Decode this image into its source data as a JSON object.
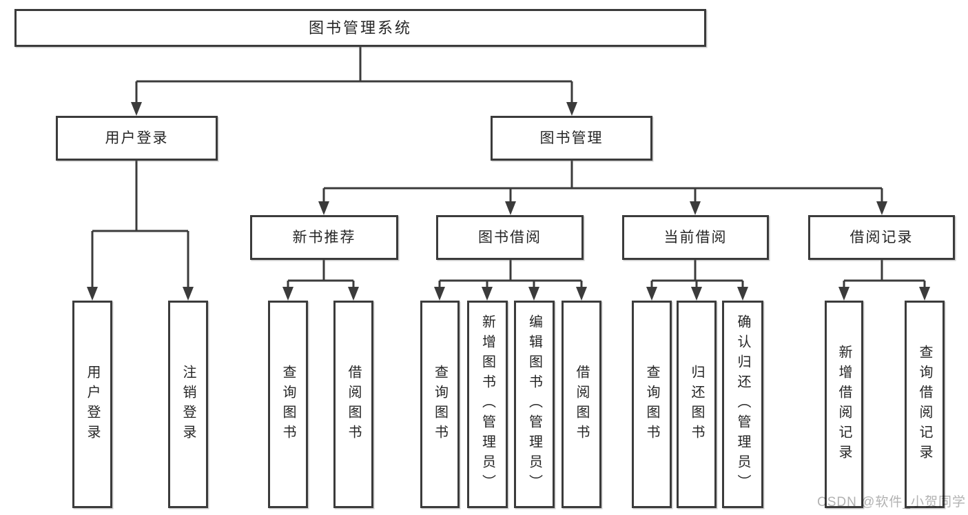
{
  "nodes": {
    "root": "图书管理系统",
    "user_login": "用户登录",
    "book_management": "图书管理",
    "new_book_recommend": "新书推荐",
    "book_borrow": "图书借阅",
    "current_borrow": "当前借阅",
    "borrow_record": "借阅记录",
    "leaf_user_login": "用户登录",
    "leaf_logout": "注销登录",
    "leaf_rec_query_book": "查询图书",
    "leaf_rec_borrow_book": "借阅图书",
    "leaf_bb_query_book": "查询图书",
    "leaf_bb_add_book": "新增图书（管理员）",
    "leaf_bb_edit_book": "编辑图书（管理员）",
    "leaf_bb_borrow_book": "借阅图书",
    "leaf_cb_query_book": "查询图书",
    "leaf_cb_return_book": "归还图书",
    "leaf_cb_confirm_return": "确认归还（管理员）",
    "leaf_br_add_record": "新增借阅记录",
    "leaf_br_query_record": "查询借阅记录"
  },
  "hierarchy": {
    "图书管理系统": {
      "用户登录": [
        "用户登录",
        "注销登录"
      ],
      "图书管理": {
        "新书推荐": [
          "查询图书",
          "借阅图书"
        ],
        "图书借阅": [
          "查询图书",
          "新增图书（管理员）",
          "编辑图书（管理员）",
          "借阅图书"
        ],
        "当前借阅": [
          "查询图书",
          "归还图书",
          "确认归还（管理员）"
        ],
        "借阅记录": [
          "新增借阅记录",
          "查询借阅记录"
        ]
      }
    }
  },
  "watermark": "CSDN @软件_小贺同学",
  "colors": {
    "line": "#3b3b3b",
    "box_border": "#3b3b3b",
    "text": "#262626",
    "watermark": "#b2b2b2",
    "background": "#ffffff"
  }
}
